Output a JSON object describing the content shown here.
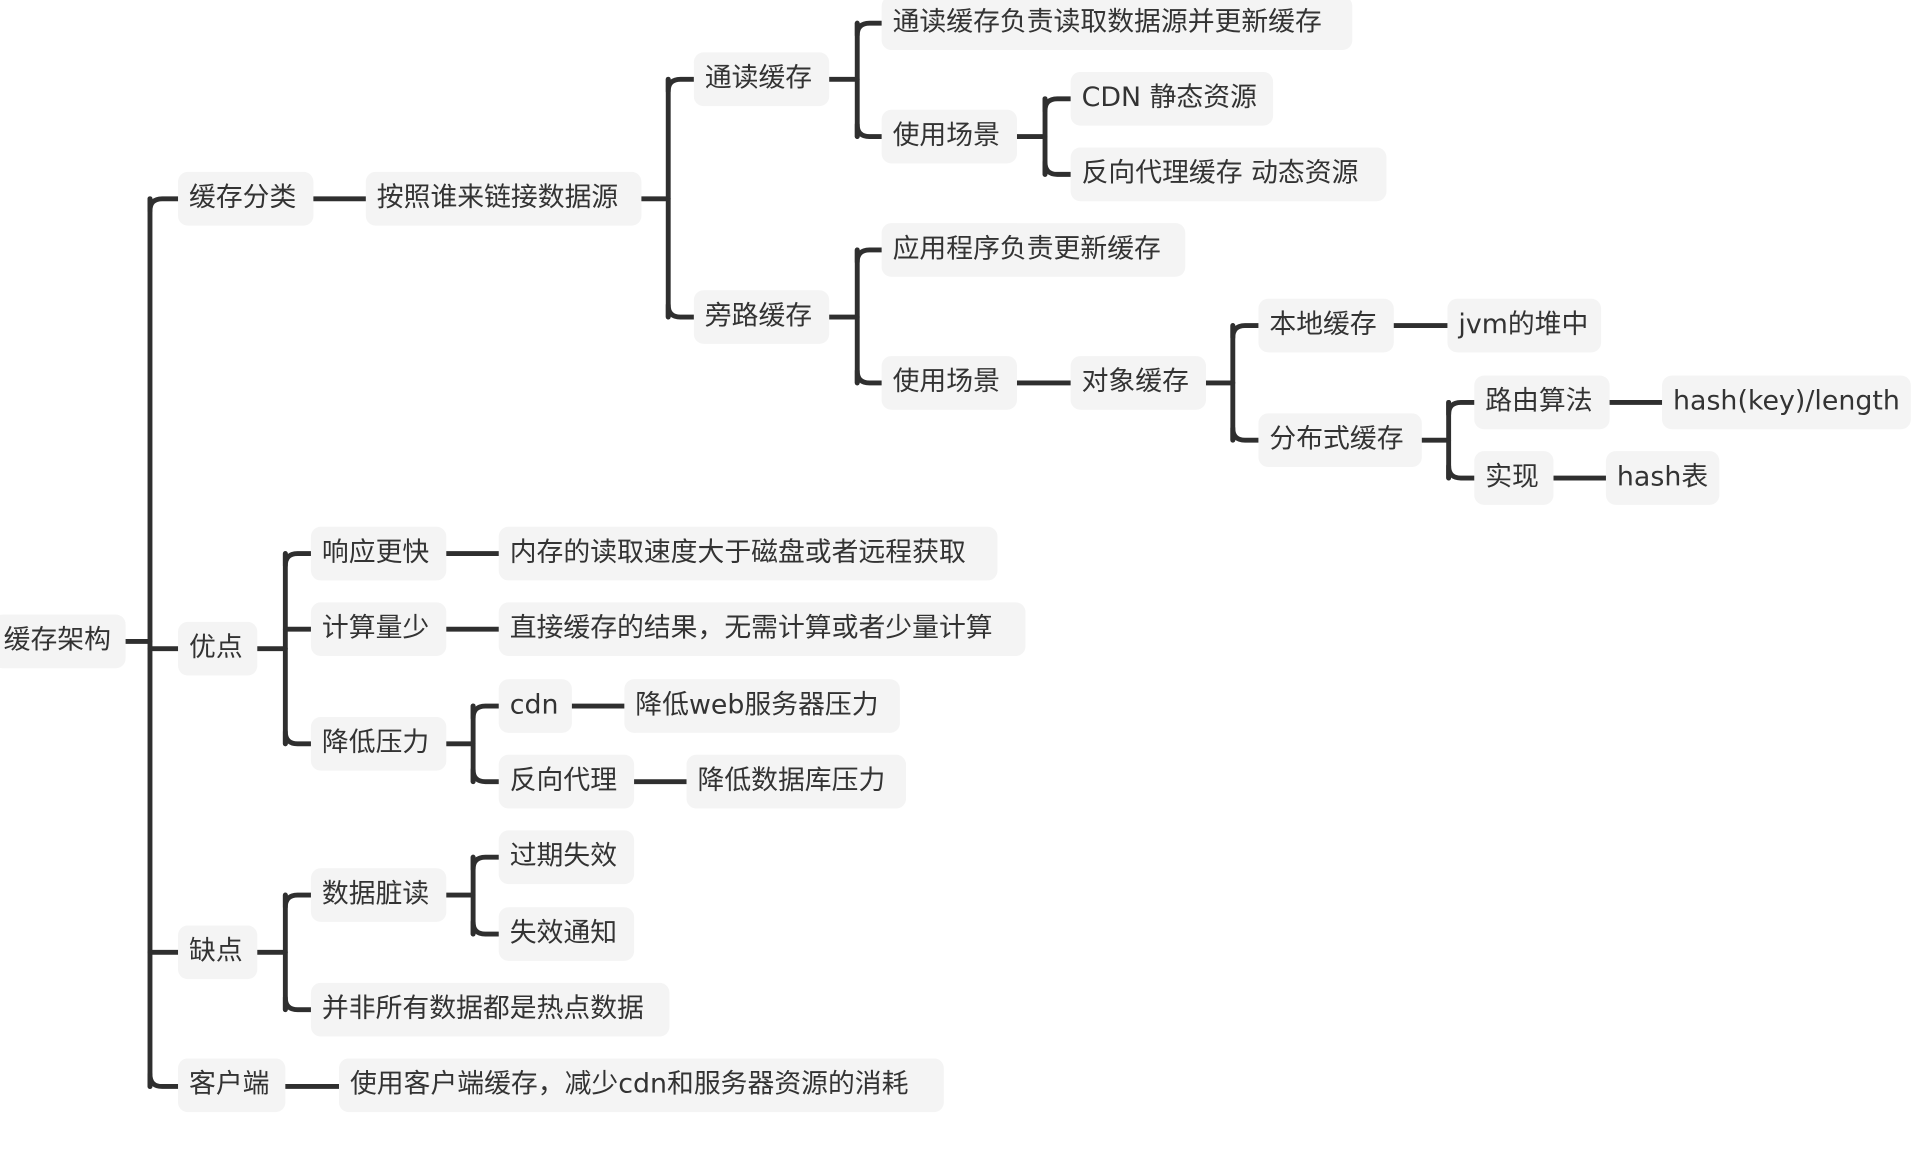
{
  "mindmap": {
    "root": "缓存架构",
    "classify": "缓存分类",
    "by_source": "按照谁来链接数据源",
    "read_through": "通读缓存",
    "rt_desc": "通读缓存负责读取数据源并更新缓存",
    "rt_scene": "使用场景",
    "cdn_static": "CDN 静态资源",
    "proxy_dynamic": "反向代理缓存  动态资源",
    "cache_aside": "旁路缓存",
    "ca_desc": "应用程序负责更新缓存",
    "ca_scene": "使用场景",
    "object_cache": "对象缓存",
    "local_cache": "本地缓存",
    "jvm_heap": "jvm的堆中",
    "dist_cache": "分布式缓存",
    "routing": "路由算法",
    "hash_formula": "hash(key)/length",
    "impl": "实现",
    "hash_table": "hash表",
    "pros": "优点",
    "faster": "响应更快",
    "faster_desc": "内存的读取速度大于磁盘或者远程获取",
    "less_calc": "计算量少",
    "less_calc_desc": "直接缓存的结果，无需计算或者少量计算",
    "reduce_load": "降低压力",
    "cdn": "cdn",
    "web_load": "降低web服务器压力",
    "reverse_proxy": "反向代理",
    "db_load": "降低数据库压力",
    "cons": "缺点",
    "dirty_read": "数据脏读",
    "expire": "过期失效",
    "notify": "失效通知",
    "not_all_hot": "并非所有数据都是热点数据",
    "client": "客户端",
    "client_desc": "使用客户端缓存，减少cdn和服务器资源的消耗"
  },
  "colors": {
    "line": "#2f2f2f",
    "node_bg": "#f4f4f4",
    "text": "#333333"
  }
}
